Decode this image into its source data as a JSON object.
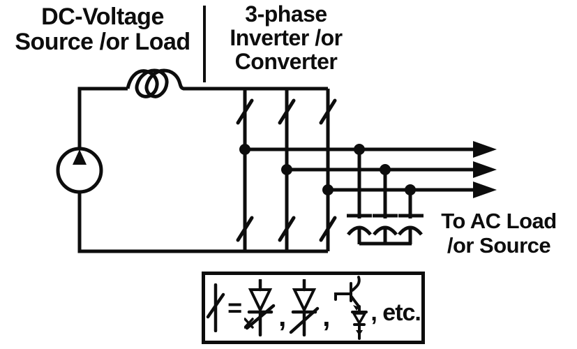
{
  "colors": {
    "ink": "#0d0d0d",
    "paper": "#ffffff"
  },
  "header_left": {
    "line1": "DC-Voltage",
    "line2": "Source /or Load"
  },
  "header_right": {
    "line1": "3-phase",
    "line2": "Inverter /or",
    "line3": "Converter"
  },
  "output_label": {
    "line1": "To AC Load",
    "line2": "/or Source"
  },
  "legend": {
    "equals": "=",
    "comma1": ",",
    "comma2": ",",
    "etc_label": ", etc."
  },
  "diagram": {
    "components": [
      {
        "name": "dc-current-source"
      },
      {
        "name": "dc-link-inductor"
      },
      {
        "name": "inverter-leg",
        "count": 3
      },
      {
        "name": "switch-slash",
        "count": 6
      },
      {
        "name": "ac-output-line",
        "count": 3
      },
      {
        "name": "filter-capacitor",
        "count": 3
      },
      {
        "name": "capacitor-neutral-bus"
      }
    ]
  }
}
